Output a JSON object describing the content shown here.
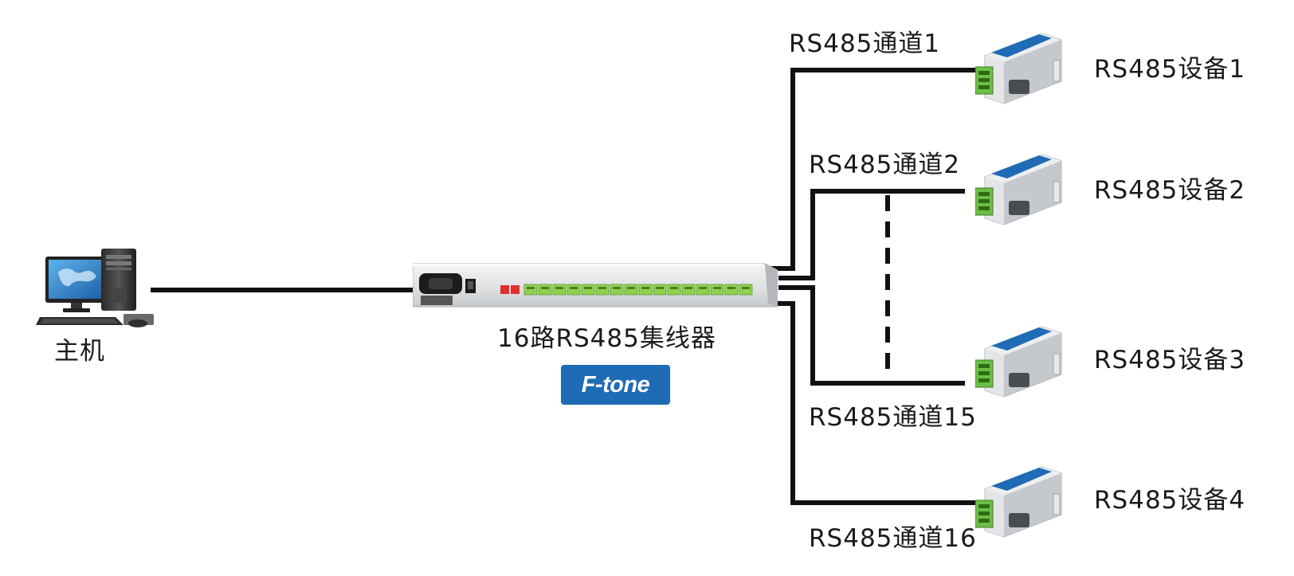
{
  "host": {
    "label": "主机"
  },
  "hub": {
    "label": "16路RS485集线器",
    "brand": "F-tone"
  },
  "channels": [
    {
      "label": "RS485通道1"
    },
    {
      "label": "RS485通道2"
    },
    {
      "label": "RS485通道15"
    },
    {
      "label": "RS485通道16"
    }
  ],
  "devices": [
    {
      "label": "RS485设备1"
    },
    {
      "label": "RS485设备2"
    },
    {
      "label": "RS485设备3"
    },
    {
      "label": "RS485设备4"
    }
  ],
  "colors": {
    "wire": "#111111",
    "brand_blue": "#1f6bb5",
    "terminal_green": "#8fd14f",
    "device_body": "#d6d9dc"
  }
}
